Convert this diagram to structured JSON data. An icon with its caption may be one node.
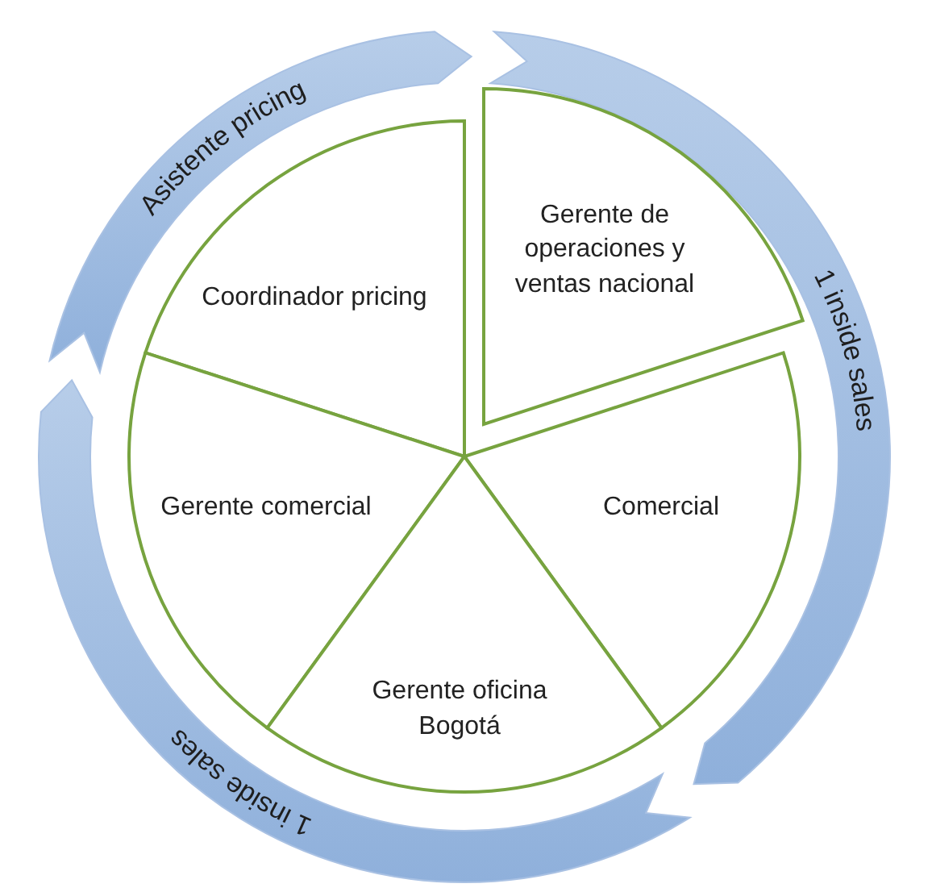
{
  "diagram": {
    "nodes": [
      {
        "text": [
          "Asistente pricing"
        ]
      },
      {
        "text": [
          "1 inside sales"
        ]
      },
      {
        "text": [
          "Gerente de operaciones y ventas nacional"
        ]
      },
      {
        "text": [
          "Coordinador pricing"
        ]
      },
      {
        "text": [
          "Comercial"
        ]
      },
      {
        "text": [
          "Gerente comercial"
        ]
      },
      {
        "text": [
          "Gerente oficina Bogotá"
        ]
      },
      {
        "text": [
          "1 inside sales"
        ]
      }
    ]
  }
}
